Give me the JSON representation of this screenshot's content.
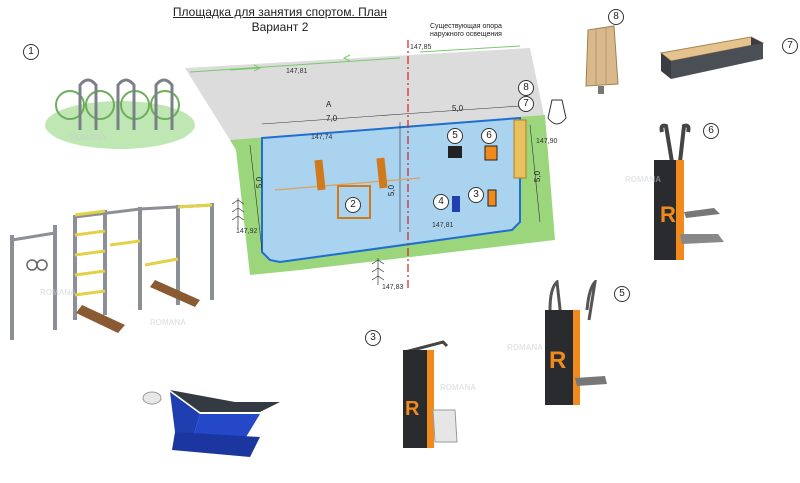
{
  "title": {
    "line1": "Площадка для занятия спортом. План",
    "line2": "Вариант 2"
  },
  "note": {
    "line1": "Существующая опора",
    "line2": "наружного освещения"
  },
  "elevations": {
    "top_mid": "147,85",
    "top_left": "147,81",
    "court_top": "147,74",
    "right": "147,90",
    "left": "147,92",
    "bottom_inner": "147,81",
    "bottom": "147,83"
  },
  "dimensions": {
    "width_left": "7,0",
    "width_right": "5,0",
    "height_left": "5,0",
    "height_mid": "5,0",
    "height_right": "5,0",
    "axis_label": "А"
  },
  "markers": {
    "m1": "1",
    "m2": "2",
    "m3": "3",
    "m4": "4",
    "m5": "5",
    "m6": "6",
    "m7": "7",
    "m8": "8",
    "p8": "8",
    "p7": "7",
    "p6": "6",
    "p5": "5",
    "p3": "3"
  },
  "watermark": "ROMANA",
  "colors": {
    "court_fill": "#a9d3ee",
    "court_border": "#1f6fd1",
    "grass": "#9bd67d",
    "paving": "#dcdcdc",
    "accent_orange": "#f08a1c",
    "axis_red": "#d42020"
  }
}
